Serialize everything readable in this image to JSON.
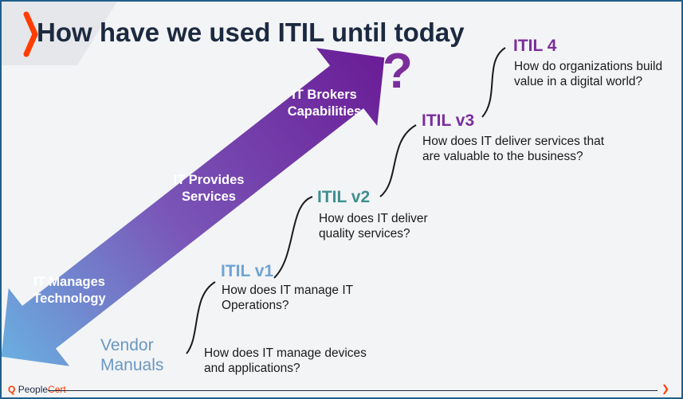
{
  "title": "How have we used ITIL until today",
  "question_mark": "?",
  "arrow_labels": {
    "low": [
      "IT Manages",
      "Technology"
    ],
    "mid": [
      "IT Provides",
      "Services"
    ],
    "high": [
      "IT Brokers",
      "Capabilities"
    ]
  },
  "stages": [
    {
      "name": "Vendor Manuals",
      "lines": [
        "Vendor",
        "Manuals"
      ],
      "question": [
        "How does IT manage devices",
        "and applications?"
      ],
      "color": "#6a97c2"
    },
    {
      "name": "ITIL v1",
      "question": [
        "How does IT manage IT",
        "Operations?"
      ],
      "color": "#6fa3d4"
    },
    {
      "name": "ITIL v2",
      "question": [
        "How does IT deliver",
        "quality services?"
      ],
      "color": "#3f8f8f"
    },
    {
      "name": "ITIL v3",
      "question": [
        "How does IT deliver services that",
        "are valuable to the business?"
      ],
      "color": "#7b2d9c"
    },
    {
      "name": "ITIL 4",
      "question": [
        "How do organizations build",
        "value in a digital world?"
      ],
      "color": "#7b2d9c"
    }
  ],
  "footer": {
    "brand_a": "People",
    "brand_b": "Cert",
    "next": "❯"
  },
  "colors": {
    "accent": "#ff3d00",
    "arrow_start": "#6aaee0",
    "arrow_end": "#6a1c96",
    "title": "#1c2a40"
  }
}
